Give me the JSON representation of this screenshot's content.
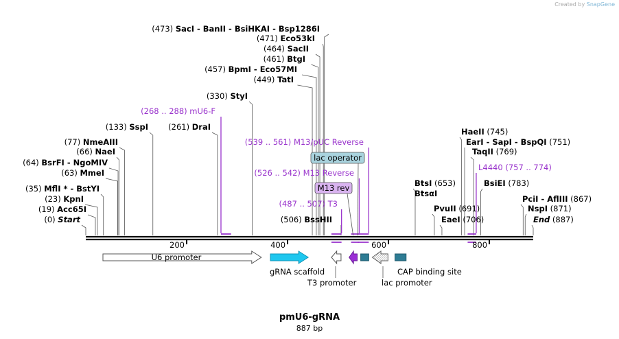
{
  "watermark": {
    "created_by": "Created by",
    "brand": "SnapGene"
  },
  "plasmid": {
    "name": "pmU6-gRNA",
    "length": "887 bp"
  },
  "ruler": [
    {
      "value": 200,
      "label": "200"
    },
    {
      "value": 400,
      "label": "400"
    },
    {
      "value": 600,
      "label": "600"
    },
    {
      "value": 800,
      "label": "800"
    }
  ],
  "sites_left": [
    {
      "pos": 0,
      "pos_label": "(0)",
      "name": "Start",
      "italic": true
    },
    {
      "pos": 19,
      "pos_label": "(19)",
      "name": "Acc65I"
    },
    {
      "pos": 23,
      "pos_label": "(23)",
      "name": "KpnI"
    },
    {
      "pos": 35,
      "pos_label": "(35)",
      "name": "MflI *  -  BstYI"
    },
    {
      "pos": 63,
      "pos_label": "(63)",
      "name": "MmeI"
    },
    {
      "pos": 64,
      "pos_label": "(64)",
      "name": "BsrFI  -  NgoMIV"
    },
    {
      "pos": 66,
      "pos_label": "(66)",
      "name": "NaeI"
    },
    {
      "pos": 77,
      "pos_label": "(77)",
      "name": "NmeAIII"
    },
    {
      "pos": 133,
      "pos_label": "(133)",
      "name": "SspI"
    },
    {
      "pos": 261,
      "pos_label": "(261)",
      "name": "DraI"
    },
    {
      "pos": 330,
      "pos_label": "(330)",
      "name": "StyI"
    }
  ],
  "sites_center": [
    {
      "pos": 506,
      "pos_label": "(506)",
      "name": "BssHII"
    },
    {
      "pos": 449,
      "pos_label": "(449)",
      "name": "TatI"
    },
    {
      "pos": 457,
      "pos_label": "(457)",
      "name": "BpmI  -  Eco57MI"
    },
    {
      "pos": 461,
      "pos_label": "(461)",
      "name": "BtgI"
    },
    {
      "pos": 464,
      "pos_label": "(464)",
      "name": "SacII"
    },
    {
      "pos": 471,
      "pos_label": "(471)",
      "name": "Eco53kI"
    },
    {
      "pos": 473,
      "pos_label": "(473)",
      "name": "SacI  -  BanII  -  BsiHKAI  -  Bsp1286I"
    }
  ],
  "sites_right": [
    {
      "pos": 653,
      "pos_label": "(653)",
      "name": "BtsI"
    },
    {
      "pos": 653,
      "pos_label": "",
      "name": "BtsαI"
    },
    {
      "pos": 691,
      "pos_label": "(691)",
      "name": "PvuII"
    },
    {
      "pos": 706,
      "pos_label": "(706)",
      "name": "EaeI"
    },
    {
      "pos": 745,
      "pos_label": "(745)",
      "name": "HaeII"
    },
    {
      "pos": 751,
      "pos_label": "(751)",
      "name": "EarI  -  SapI  -  BspQI"
    },
    {
      "pos": 769,
      "pos_label": "(769)",
      "name": "TaqII"
    },
    {
      "pos": 783,
      "pos_label": "(783)",
      "name": "BsiEI"
    },
    {
      "pos": 867,
      "pos_label": "(867)",
      "name": "PciI  -  AflIII"
    },
    {
      "pos": 871,
      "pos_label": "(871)",
      "name": "NspI"
    },
    {
      "pos": 887,
      "pos_label": "(887)",
      "name": "End",
      "italic": true
    }
  ],
  "primers": [
    {
      "range_label": "(268 .. 288)",
      "name": "mU6-F",
      "start": 268,
      "end": 288,
      "strand": "forward"
    },
    {
      "range_label": "(539 .. 561)",
      "name": "M13/pUC Reverse",
      "start": 539,
      "end": 561,
      "strand": "reverse"
    },
    {
      "range_label": "(526 .. 542)",
      "name": "M13 Reverse",
      "start": 526,
      "end": 542,
      "strand": "reverse"
    },
    {
      "range_label": "(487 .. 507)",
      "name": "T3",
      "start": 487,
      "end": 507,
      "strand": "reverse"
    },
    {
      "range_label": "(757 .. 774)",
      "name": "L4440",
      "start": 757,
      "end": 774,
      "strand": "reverse"
    }
  ],
  "boxed_features": [
    {
      "name": "lac operator",
      "pos": 539,
      "fill": "#a9d3de"
    },
    {
      "name": "M13 rev",
      "pos": 530,
      "fill": "#d9b3f0"
    }
  ],
  "features": [
    {
      "name": "U6 promoter",
      "start": 34,
      "end": 348,
      "direction": "forward",
      "fill": "#ffffff",
      "stroke": "#555555"
    },
    {
      "name": "gRNA scaffold",
      "start": 366,
      "end": 441,
      "direction": "forward",
      "fill": "#1ec7ef",
      "stroke": "#1296b8"
    },
    {
      "name": "T3 promoter",
      "start": 487,
      "end": 506,
      "direction": "reverse",
      "fill": "#ffffff",
      "stroke": "#555555"
    },
    {
      "name": "M13 rev",
      "start": 522,
      "end": 538,
      "direction": "reverse",
      "fill": "#9b2fd6",
      "stroke": "#6a1a99"
    },
    {
      "name": "lac operator",
      "start": 545,
      "end": 561,
      "direction": "none",
      "fill": "#2e7c94",
      "stroke": "#1f5a6c"
    },
    {
      "name": "lac promoter",
      "start": 568,
      "end": 599,
      "direction": "reverse",
      "fill": "#ffffff",
      "stroke": "#555555"
    },
    {
      "name": "CAP binding site",
      "start": 613,
      "end": 635,
      "direction": "none",
      "fill": "#2e7c94",
      "stroke": "#1f5a6c"
    }
  ],
  "colors": {
    "primer": "#9933cc",
    "site_line": "#555555",
    "backbone": "#000000"
  }
}
